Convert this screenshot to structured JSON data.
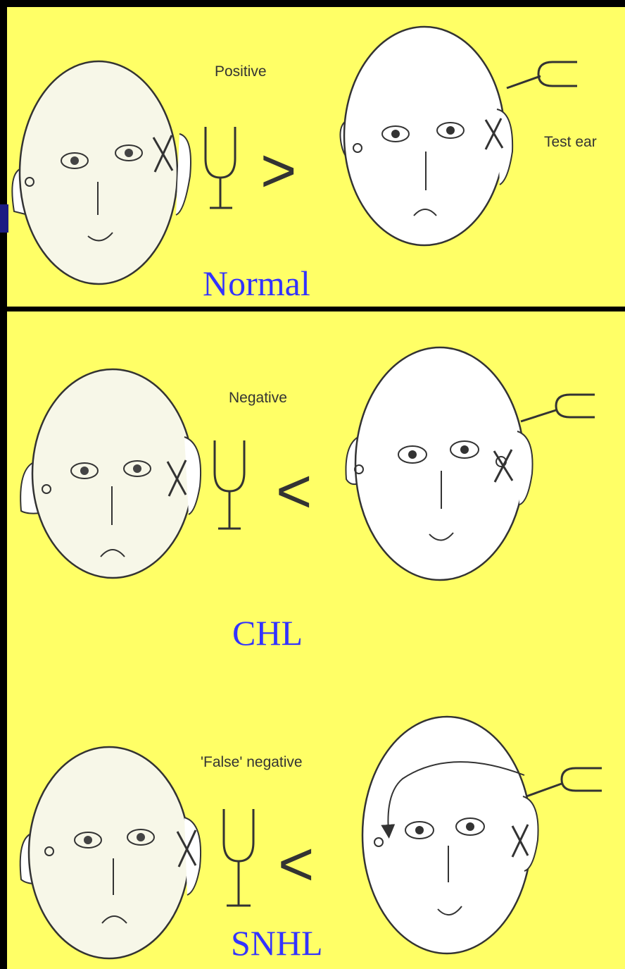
{
  "colors": {
    "background": "#000000",
    "panel": "#ffff66",
    "accent_tab": "#1c1c82",
    "caption": "#3333ff",
    "line": "#333333"
  },
  "panels": [
    {
      "note": "Positive",
      "comparison": ">",
      "side_label": "Test ear",
      "caption": "Normal"
    },
    {
      "note": "Negative",
      "comparison": "<",
      "caption": "CHL"
    },
    {
      "note": "'False' negative",
      "comparison": "<",
      "caption": "SNHL"
    }
  ],
  "icons": [
    "head-icon",
    "tuning-fork-icon",
    "ear-marker-x-icon",
    "rotation-arrow-icon"
  ]
}
